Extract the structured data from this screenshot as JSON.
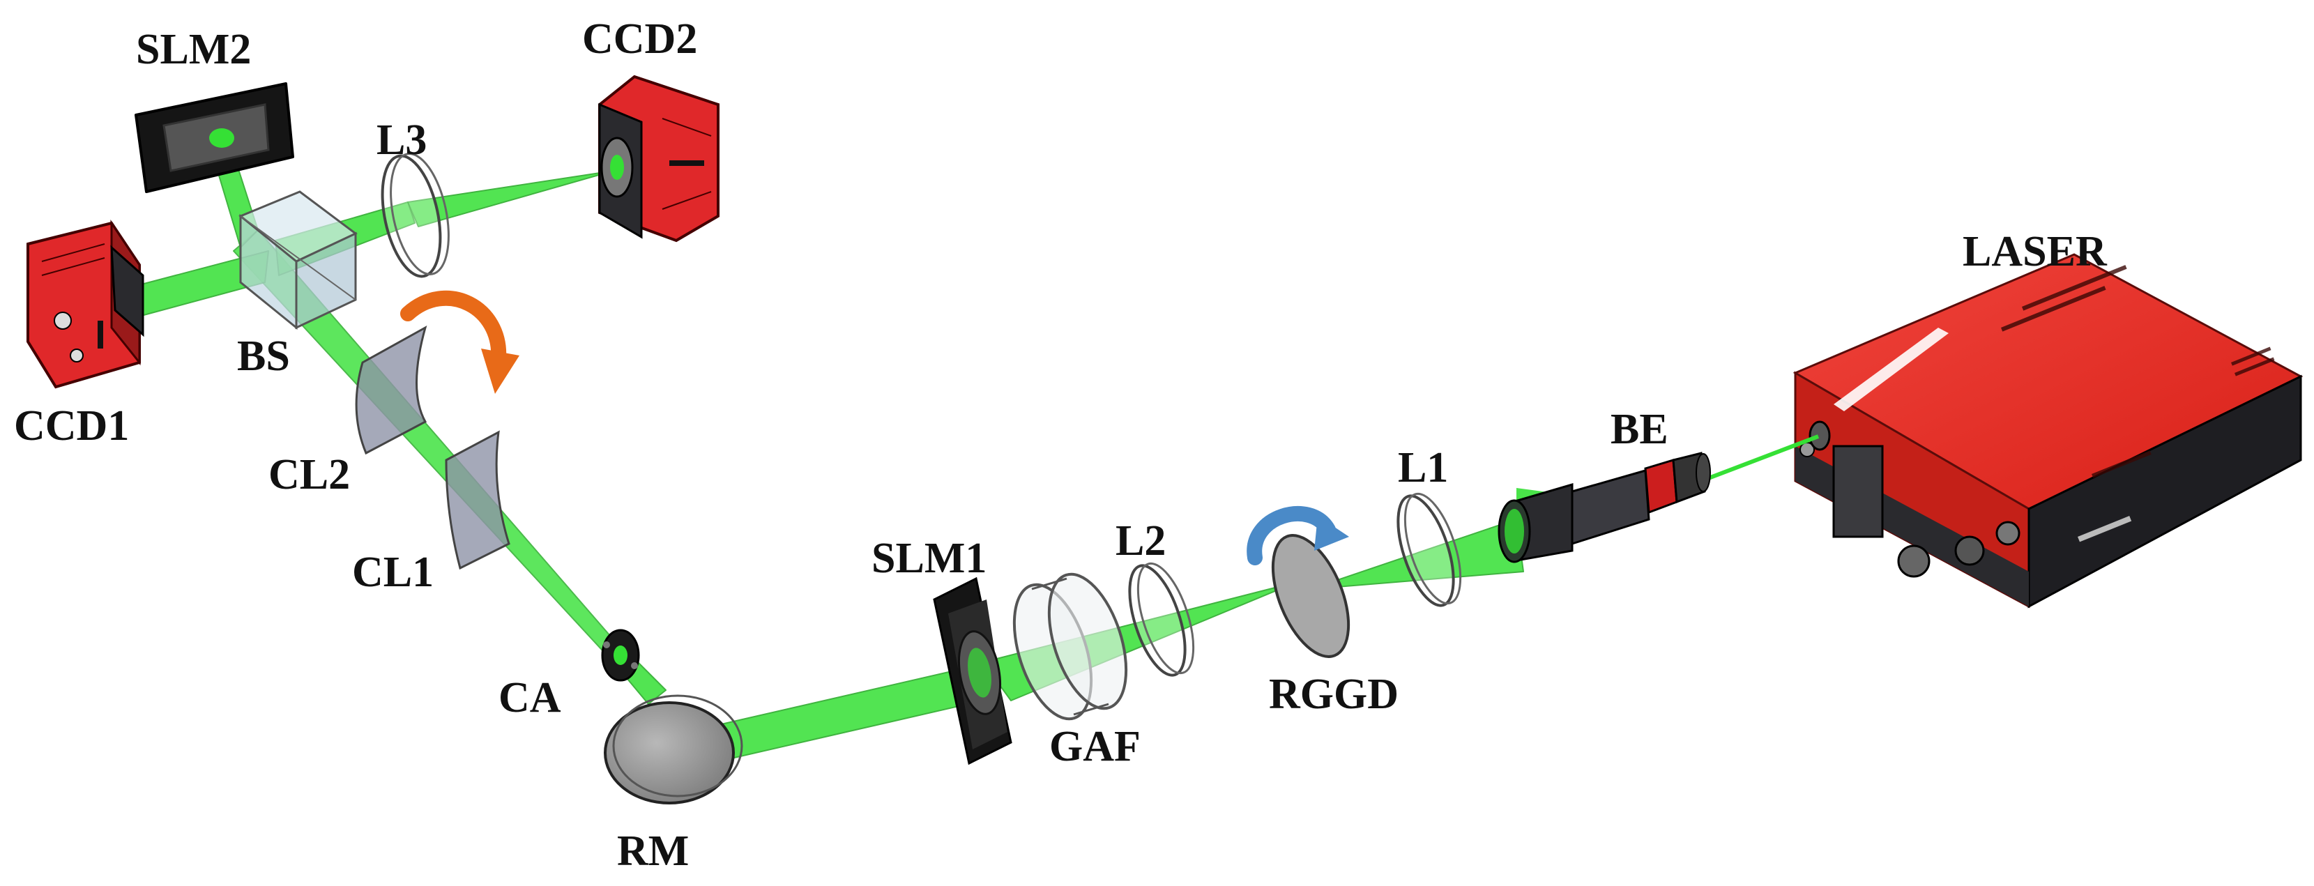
{
  "figure": {
    "labels": {
      "slm2": "SLM2",
      "ccd2": "CCD2",
      "l3": "L3",
      "bs": "BS",
      "ccd1": "CCD1",
      "cl2": "CL2",
      "cl1": "CL1",
      "ca": "CA",
      "rm": "RM",
      "slm1": "SLM1",
      "l2": "L2",
      "gaf": "GAF",
      "rggd": "RGGD",
      "l1": "L1",
      "be": "BE",
      "laser": "LASER"
    },
    "colors": {
      "beam": "#35e035",
      "beam_edge": "#1fa81f",
      "camera_red": "#e0282a",
      "laser_red": "#e82a24",
      "laser_dark": "#b81c18",
      "rotation_orange": "#e86a18",
      "rotation_blue": "#4a8ac8",
      "glass": "#cde0ea",
      "cyl_lens": "#8f94a8",
      "mirror_grey": "#8a8a8a"
    }
  }
}
